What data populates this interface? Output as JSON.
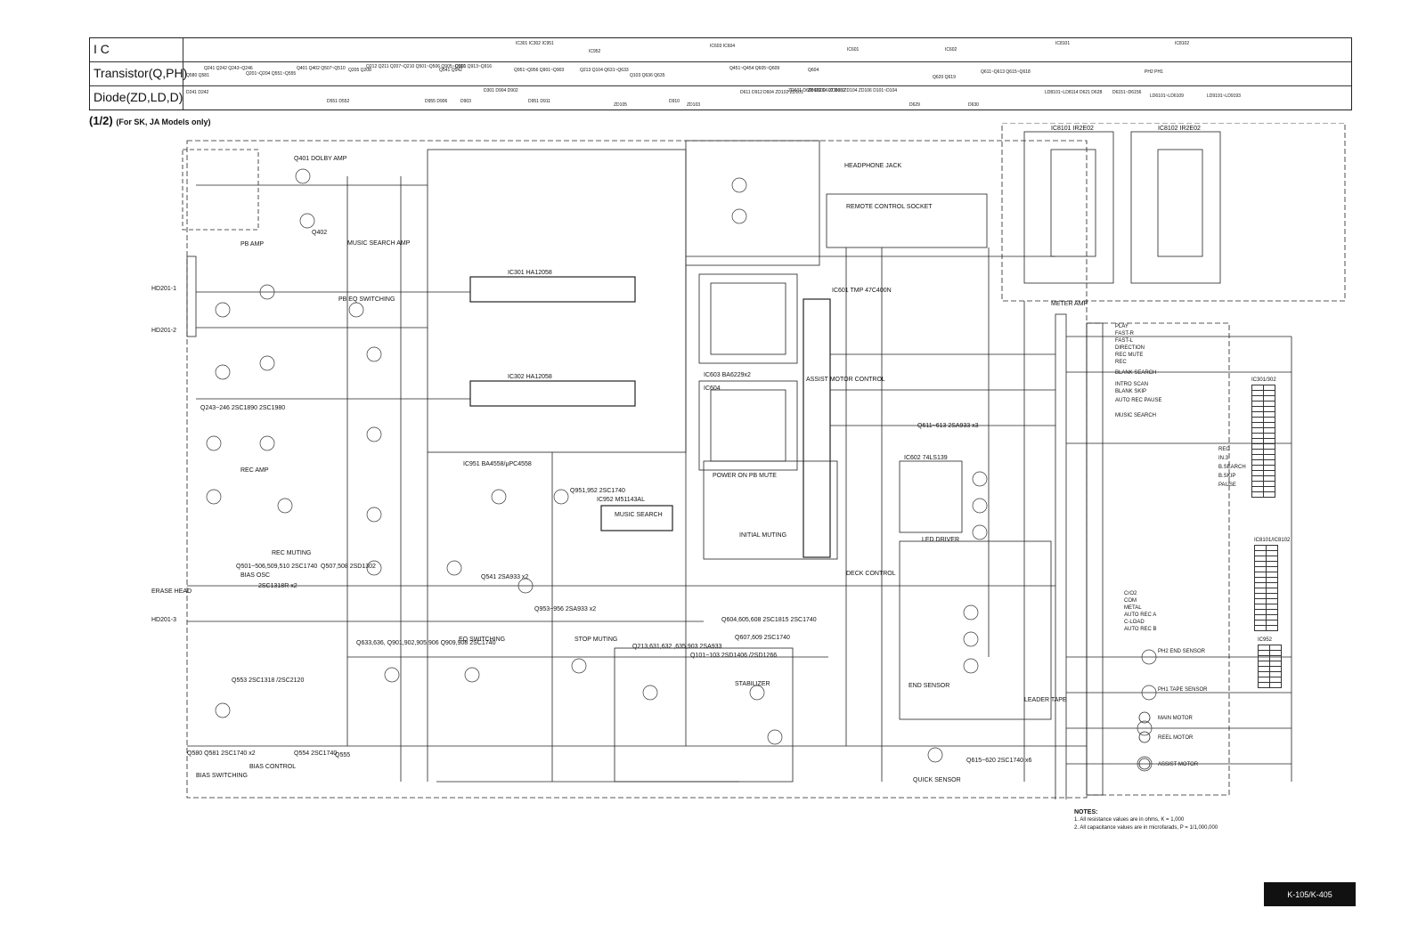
{
  "reference_table": {
    "rows": [
      {
        "label": "I C",
        "cells": [
          "IC301 IC302 IC951",
          "IC952",
          "IC603 IC604",
          "IC601",
          "IC602",
          "IC8101",
          "IC8102"
        ]
      },
      {
        "label": "Transistor(Q,PH)",
        "cells": [
          "Q580 Q581",
          "Q241 Q242 Q243~Q246",
          "Q201~Q204 Q551~Q555",
          "Q401 Q402 Q507~Q510",
          "Q205 Q208",
          "Q212 Q211 Q207~Q210 Q501~Q506 Q905~Q910",
          "Q541 Q542",
          "Q301 Q913~Q916",
          "Q951~Q956 Q901~Q903",
          "Q213 Q104 Q631~Q633",
          "Q103 Q636 Q635",
          "Q451~Q454 Q605~Q609",
          "Q604",
          "Q620 Q619",
          "Q611~Q613 Q615~Q618",
          "PH2 PH1"
        ]
      },
      {
        "label": "Diode(ZD,LD,D)",
        "cells": [
          "D241 D242",
          "D551 D552",
          "D955 D906",
          "D903",
          "D301 D904 D902",
          "D951 D911",
          "ZD105",
          "D910",
          "ZD103",
          "D611 D912",
          "D604 ZD102 ZD101",
          "ZD601 D608 D609",
          "ZD602 D607 D602",
          "ZD603 ZD104 ZD106 D101~D104",
          "D629",
          "D630",
          "LD8101~LD8114 D621 D628",
          "D6151~D6156",
          "LD6101~LD6109",
          "LD9191~LD9193"
        ]
      }
    ]
  },
  "sheet": {
    "page_label": "(1/2)",
    "subtitle": "(For SK, JA Models only)"
  },
  "block_labels": {
    "ic301": "IC301  HA12058",
    "ic302": "IC302  HA12058",
    "ic601": "IC601 TMP 47C400N",
    "ic603": "IC603 BA6229x2",
    "ic604": "IC604",
    "ic602": "IC602 74LS139",
    "ic951": "IC951 BA4558/µPC4558",
    "ic952": "IC952  M51143AL",
    "ic8101": "IC8101 IR2E02",
    "ic8102": "IC8102 IR2E02",
    "q401": "Q401 DOLBY AMP",
    "q402": "Q402",
    "pb_amp": "PB AMP",
    "rec_amp": "REC AMP",
    "rec_muting": "REC MUTING",
    "bias_osc": "BIAS OSC",
    "bias_switching": "BIAS SWITCHING",
    "bias_control": "BIAS CONTROL",
    "pb_eq_switching": "PB EQ SWITCHING",
    "music_search_amp": "MUSIC SEARCH AMP",
    "music_search": "MUSIC SEARCH",
    "remote_socket": "REMOTE CONTROL SOCKET",
    "headphone_jack": "HEADPHONE JACK",
    "meter_amp": "METER AMP",
    "assist_motor_control": "ASSIST MOTOR CONTROL",
    "deck_control": "DECK CONTROL",
    "led_driver": "LED DRIVER",
    "power_on_pb_mute": "POWER ON PB MUTE",
    "initial_muting": "INITIAL MUTING",
    "stabilizer": "STABILIZER",
    "end_sensor": "END SENSOR",
    "quick_sensor": "QUICK SENSOR",
    "stop_muting": "STOP MUTING",
    "eq_switching": "EQ SWITCHING",
    "leader_tape": "LEADER TAPE",
    "erase_head": "ERASE HEAD",
    "hd_top": "HD201-1",
    "hd_bottom": "HD201-2",
    "hd_erase": "HD201-3",
    "q243_246": "Q243~246 2SC1890 2SC1980",
    "q501": "Q501~506,509,510 2SC1740",
    "q507": "Q507,508 2SD1302",
    "q551": "2SC1318R x2",
    "q633": "Q633,636, Q901,902,905,906 Q909,908 2SC1740",
    "q553": "Q553 2SC1318 /2SC2120",
    "q554": "Q554 2SC1740",
    "q555": "Q555",
    "q580": "Q580 Q581 2SC1740 x2",
    "q213": "Q213,631,632 ,635,903 2SA933",
    "q101": "Q101~103 2SD1406 /2SD1266",
    "q604": "Q604,605,608 2SC1815 2SC1740",
    "q607": "Q607,609 2SC1740",
    "q611": "Q611~613 2SA933 x3",
    "q615": "Q615~620 2SC1740 x6",
    "q951": "Q951,952 2SC1740",
    "q541": "Q541 2SA933 x2",
    "q953": "Q953~956 2SA933 x2"
  },
  "function_labels": {
    "switches": [
      "PLAY",
      "FAST-R",
      "FAST-L",
      "DIRECTION",
      "REC MUTE",
      "REC",
      "BLANK SEARCH",
      "INTRO SCAN",
      "BLANK SKIP",
      "AUTO REC PAUSE",
      "MUSIC SEARCH"
    ],
    "leds": [
      "REC",
      "IN.3",
      "B.SEARCH",
      "B.SKIP",
      "PAUSE"
    ],
    "motors": [
      "PH2 END SENSOR",
      "PH1 TAPE SENSOR",
      "MAIN MOTOR",
      "REEL MOTOR",
      "ASSIST MOTOR"
    ],
    "cl": [
      "CrO2",
      "COM",
      "METAL",
      "AUTO REC A",
      "C-LOAD",
      "AUTO REC B"
    ]
  },
  "side_tables": {
    "ic301_302": "IC301/302",
    "ic8101_8102": "IC8101/IC8102",
    "ic952": "IC952"
  },
  "notes": {
    "heading": "NOTES:",
    "line1": "1.  All resistance values are in ohms,  K = 1,000",
    "line2": "2.  All capacitance values are in microfarads,  P = 1/1,000,000"
  },
  "model": "K-105/K-405"
}
